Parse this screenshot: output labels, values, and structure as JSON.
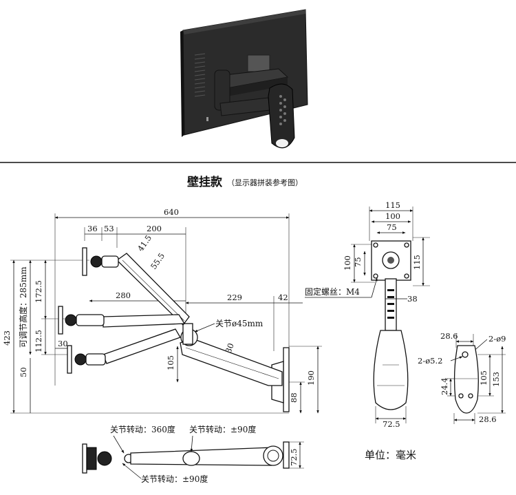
{
  "title": {
    "main": "壁挂款",
    "sub": "（显示器拼装参考图）"
  },
  "units_note": "单位：毫米",
  "side_view": {
    "dims": {
      "total_width": "640",
      "d36": "36",
      "d53": "53",
      "d200": "200",
      "d41_5": "41.5",
      "d55_5": "55.5",
      "d280": "280",
      "d229": "229",
      "d42": "42",
      "d172_5": "172.5",
      "d112_5": "112.5",
      "d30": "30",
      "d50": "50",
      "d105": "105",
      "d30_arm": "30",
      "d190": "190",
      "d88": "88",
      "d423": "423"
    },
    "labels": {
      "joint_diameter": "关节ø45mm",
      "adjustable_height": "可调节高度：285mm"
    }
  },
  "front_view": {
    "dims": {
      "w115": "115",
      "w100": "100",
      "w75": "75",
      "h100": "100",
      "h75": "75",
      "h115": "115",
      "w38": "38",
      "w72_5": "72.5"
    },
    "labels": {
      "screw": "固定螺丝：M4"
    }
  },
  "wall_plate": {
    "dims": {
      "w28_6_top": "28.6",
      "hole_top": "2-ø9",
      "hole_mid": "2-ø5.2",
      "h24_4": "24.4",
      "h105": "105",
      "h153": "153",
      "w28_6_bot": "28.6"
    }
  },
  "top_view": {
    "labels": {
      "rot_360": "关节转动：360度",
      "rot_90_a": "关节转动：±90度",
      "rot_90_b": "关节转动：±90度"
    },
    "dims": {
      "d72_5": "72.5"
    }
  }
}
